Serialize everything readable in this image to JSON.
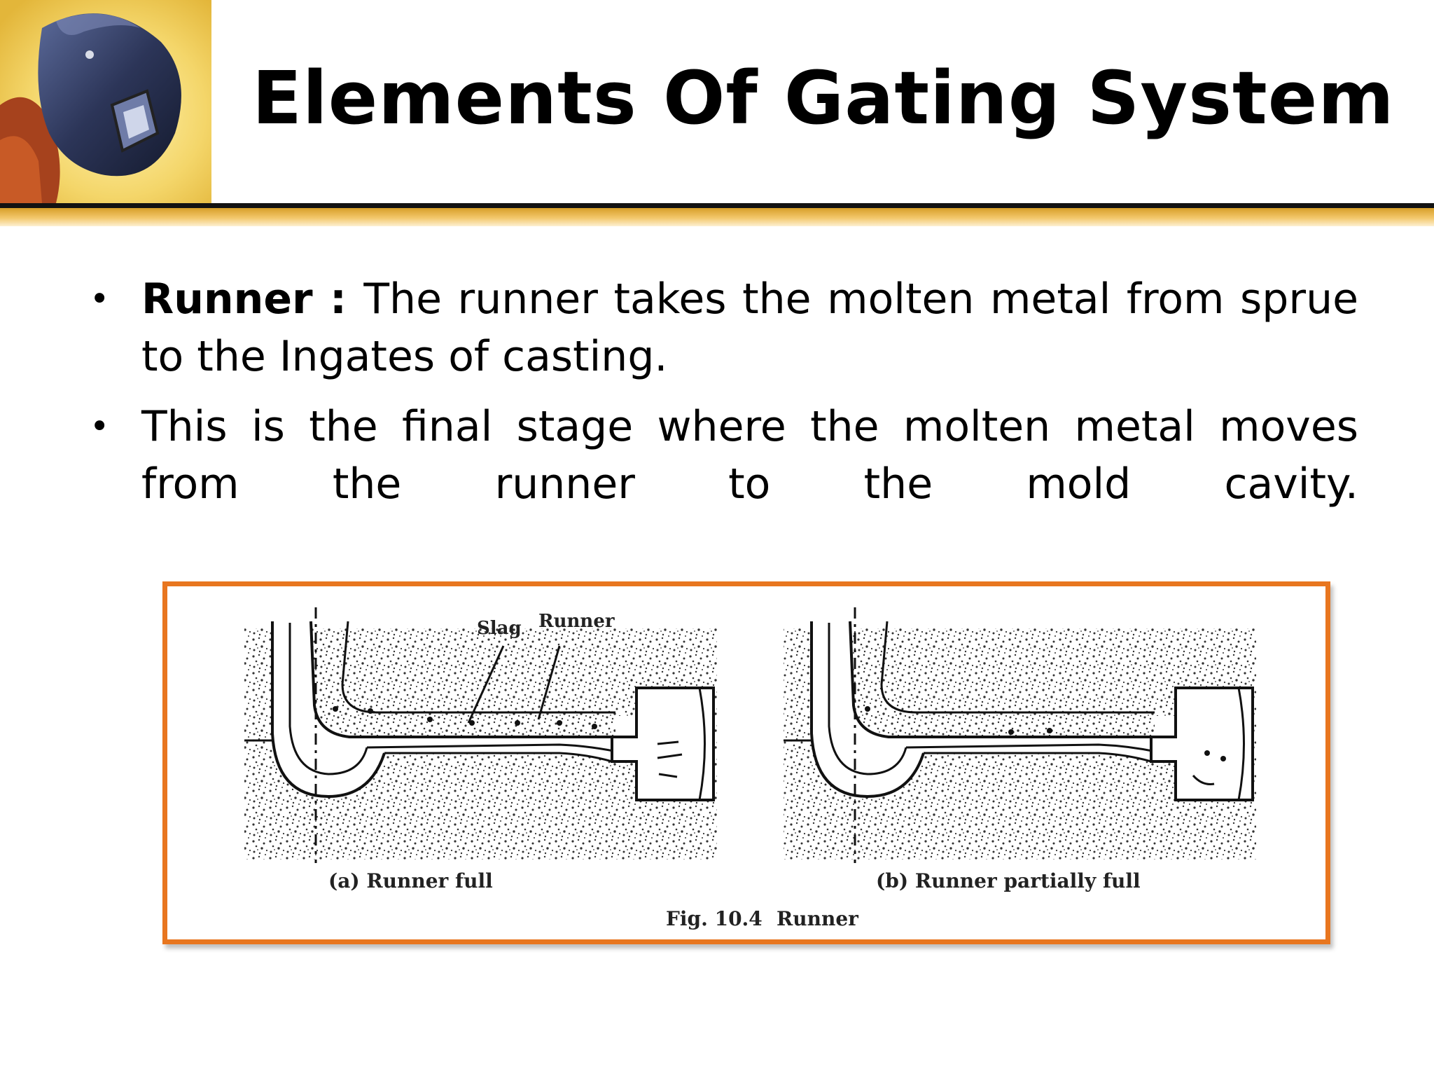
{
  "slide": {
    "title": "Elements Of Gating System"
  },
  "bullets": [
    {
      "term": "Runner",
      "separator": " : ",
      "text": "The runner takes the molten metal from sprue to the Ingates of casting."
    },
    {
      "text": "This is the final stage where the molten metal moves from the runner to the mold cavity."
    }
  ],
  "figure": {
    "label_slag": "Slag",
    "label_runner": "Runner",
    "caption_a": "(a) Runner full",
    "caption_b": "(b) Runner partially full",
    "fig_number": "Fig. 10.4",
    "fig_title": "Runner"
  },
  "colors": {
    "frame": "#e8761f",
    "rule_dark": "#121212",
    "rule_gold": "#e3a83a"
  },
  "header_image": "welder-helmet-icon"
}
